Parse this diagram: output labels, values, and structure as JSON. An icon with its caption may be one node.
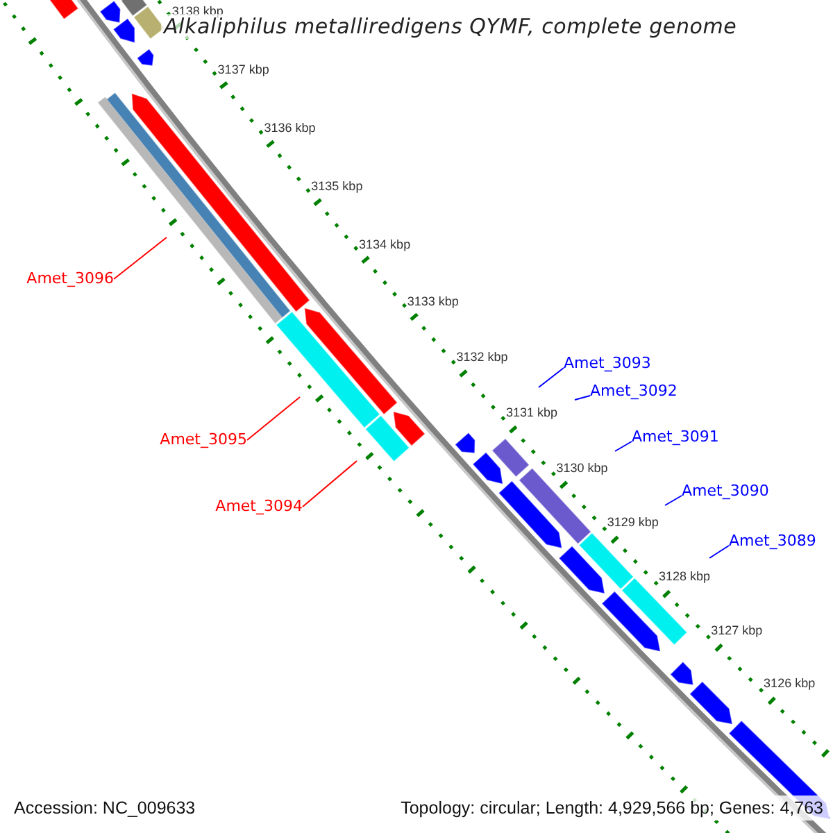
{
  "diagram": {
    "title": "Alkaliphilus metalliredigens QYMF, complete genome",
    "nodes": [
      {
        "text": [
          "Amet_3096"
        ]
      },
      {
        "text": [
          "Amet_3093"
        ]
      },
      {
        "text": [
          "Amet_3092"
        ]
      },
      {
        "text": [
          "Amet_3091"
        ]
      },
      {
        "text": [
          "Amet_3095"
        ]
      },
      {
        "text": [
          "Amet_3090"
        ]
      },
      {
        "text": [
          "Amet_3094"
        ]
      },
      {
        "text": [
          "Amet_3089"
        ]
      }
    ],
    "edges": [
      {
        "from": 0,
        "to": null,
        "arrow": "none",
        "color": "#ff0000"
      },
      {
        "from": 1,
        "to": null,
        "arrow": "none"
      },
      {
        "from": 2,
        "to": null,
        "arrow": "none"
      },
      {
        "from": 3,
        "to": null,
        "arrow": "none"
      },
      {
        "from": 4,
        "to": null,
        "arrow": "none",
        "color": "#ff0000"
      },
      {
        "from": 5,
        "to": null,
        "arrow": "none"
      },
      {
        "from": 6,
        "to": null,
        "arrow": "none",
        "color": "#ff0000"
      },
      {
        "from": 7,
        "to": null,
        "arrow": "none"
      }
    ],
    "labels": [
      "3138 kbp",
      "3137 kbp",
      "3136 kbp",
      "3135 kbp",
      "3134 kbp",
      "3133 kbp",
      "3132 kbp",
      "3131 kbp",
      "3130 kbp",
      "3129 kbp",
      "3128 kbp",
      "3127 kbp",
      "3126 kbp",
      "Accession: NC_009633",
      "Topology: circular; Length: 4,929,566 bp; Genes: 4,763"
    ]
  }
}
